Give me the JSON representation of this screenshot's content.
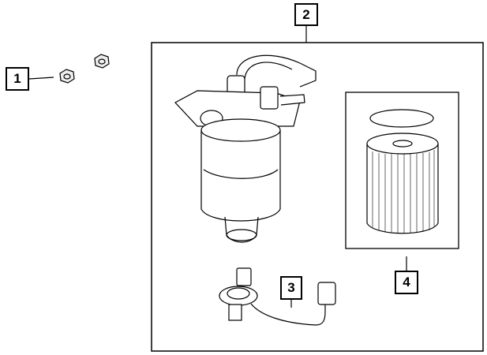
{
  "callouts": [
    {
      "label": "1",
      "part": "nut"
    },
    {
      "label": "2",
      "part": "fuel-filter-housing-assembly"
    },
    {
      "label": "3",
      "part": "water-in-fuel-sensor"
    },
    {
      "label": "4",
      "part": "fuel-filter-element"
    }
  ]
}
